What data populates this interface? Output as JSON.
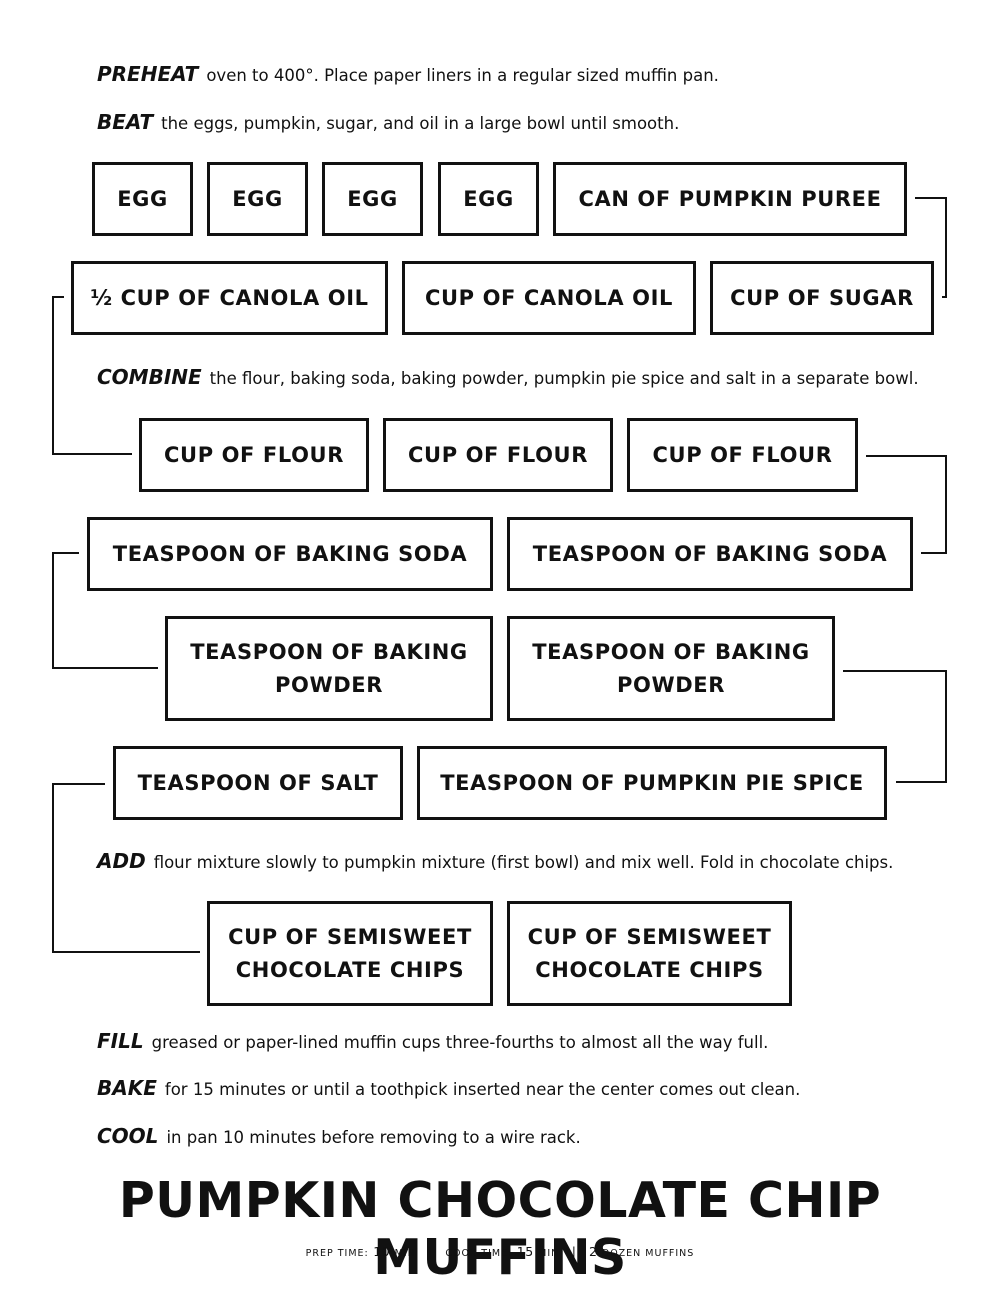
{
  "steps": {
    "preheat": {
      "verb": "PREHEAT",
      "text": "oven to 400°. Place paper liners in a regular sized muffin pan."
    },
    "beat": {
      "verb": "BEAT",
      "text": "the eggs, pumpkin, sugar, and oil in a large bowl until smooth."
    },
    "combine": {
      "verb": "COMBINE",
      "text": "the flour, baking soda, baking powder, pumpkin pie spice and salt in a separate bowl."
    },
    "add": {
      "verb": "ADD",
      "text": "flour mixture slowly to pumpkin mixture (first bowl) and mix well. Fold in chocolate chips."
    },
    "fill": {
      "verb": "FILL",
      "text": "greased or paper-lined muffin cups three-fourths to almost all the way full."
    },
    "bake": {
      "verb": "BAKE",
      "text": "for 15 minutes or until a toothpick inserted near the center comes out clean."
    },
    "cool": {
      "verb": "COOL",
      "text": "in pan 10 minutes before removing to a wire rack."
    }
  },
  "ingredients": {
    "egg_1": "EGG",
    "egg_2": "EGG",
    "egg_3": "EGG",
    "egg_4": "EGG",
    "pumpkin": "CAN OF PUMPKIN PUREE",
    "half_oil": "½ CUP OF CANOLA OIL",
    "oil": "CUP OF CANOLA OIL",
    "sugar": "CUP OF SUGAR",
    "flour_1": "CUP OF FLOUR",
    "flour_2": "CUP OF FLOUR",
    "flour_3": "CUP OF FLOUR",
    "soda_1": "TEASPOON OF BAKING SODA",
    "soda_2": "TEASPOON OF BAKING SODA",
    "powder_1": [
      "TEASPOON OF BAKING",
      "POWDER"
    ],
    "powder_2": [
      "TEASPOON OF BAKING",
      "POWDER"
    ],
    "salt": "TEASPOON OF SALT",
    "spice": "TEASPOON OF PUMPKIN PIE SPICE",
    "chips_1": [
      "CUP OF SEMISWEET",
      "CHOCOLATE CHIPS"
    ],
    "chips_2": [
      "CUP OF SEMISWEET",
      "CHOCOLATE CHIPS"
    ]
  },
  "title": "PUMPKIN CHOCOLATE CHIP MUFFINS",
  "meta": {
    "prep_label": "prep time:",
    "prep_value": "10",
    "prep_unit": "min",
    "cook_label": "cook time:",
    "cook_value": "15",
    "cook_unit": "min",
    "yield_value": "2",
    "yield_unit": "dozen muffins",
    "separator": "|"
  }
}
